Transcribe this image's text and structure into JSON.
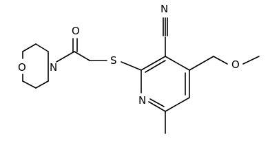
{
  "molecule": {
    "atoms": {
      "nitrile_n": "N",
      "ketone_o": "O",
      "morpholine_n": "N",
      "morpholine_o": "O",
      "thioether_s": "S",
      "pyridine_n": "N",
      "ether_o": "O"
    },
    "colors": {
      "bond": "#000000",
      "background": "#ffffff"
    }
  }
}
